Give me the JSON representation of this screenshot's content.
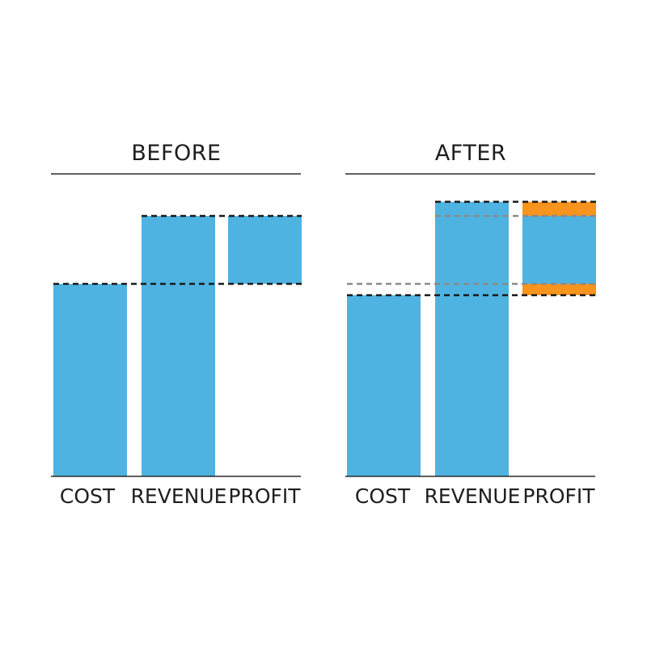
{
  "colors": {
    "bar": "#4fb3e1",
    "delta": "#f7941d",
    "line_dark": "#1a1a1a",
    "line_grey": "#8a8a8a",
    "rule": "#2a2a2a"
  },
  "chart_data": [
    {
      "type": "bar",
      "title": "BEFORE",
      "categories": [
        "COST",
        "REVENUE",
        "PROFIT"
      ],
      "ylim": [
        0,
        100
      ],
      "bars": [
        {
          "category": "COST",
          "bottom": 0,
          "top": 68
        },
        {
          "category": "REVENUE",
          "bottom": 0,
          "top": 92
        },
        {
          "category": "PROFIT",
          "bottom": 68,
          "top": 92
        }
      ],
      "reference_lines": [
        {
          "value": 92,
          "style": "dark"
        },
        {
          "value": 68,
          "style": "dark"
        }
      ],
      "highlights": []
    },
    {
      "type": "bar",
      "title": "AFTER",
      "categories": [
        "COST",
        "REVENUE",
        "PROFIT"
      ],
      "ylim": [
        0,
        100
      ],
      "bars": [
        {
          "category": "COST",
          "bottom": 0,
          "top": 64
        },
        {
          "category": "REVENUE",
          "bottom": 0,
          "top": 97
        },
        {
          "category": "PROFIT",
          "bottom": 64,
          "top": 97
        }
      ],
      "reference_lines": [
        {
          "value": 97,
          "style": "dark"
        },
        {
          "value": 92,
          "style": "grey"
        },
        {
          "value": 68,
          "style": "grey"
        },
        {
          "value": 64,
          "style": "dark"
        }
      ],
      "highlights": [
        {
          "category": "PROFIT",
          "bottom": 92,
          "top": 97
        },
        {
          "category": "PROFIT",
          "bottom": 64,
          "top": 68
        }
      ]
    }
  ]
}
